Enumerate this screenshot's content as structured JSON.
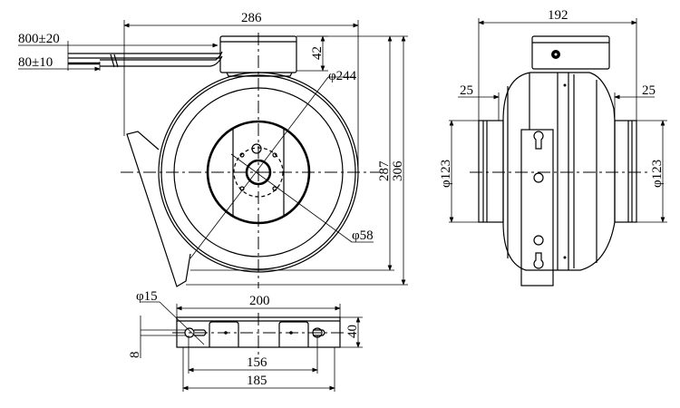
{
  "front_view": {
    "width_label": "286",
    "cable_length_label": "800±20",
    "strip_length_label": "80±10",
    "box_height_label": "42",
    "outer_diameter_label": "φ244",
    "hub_diameter_label": "φ58",
    "body_height_label": "287",
    "total_height_label": "306"
  },
  "side_view": {
    "width_label": "192",
    "left_spigot_label": "25",
    "right_spigot_label": "25",
    "left_duct_label": "φ123",
    "right_duct_label": "φ123"
  },
  "bracket_view": {
    "hole_label": "φ15",
    "length_label": "200",
    "height_label": "40",
    "slot_label": "8",
    "inner_spacing_label": "156",
    "outer_spacing_label": "185"
  }
}
